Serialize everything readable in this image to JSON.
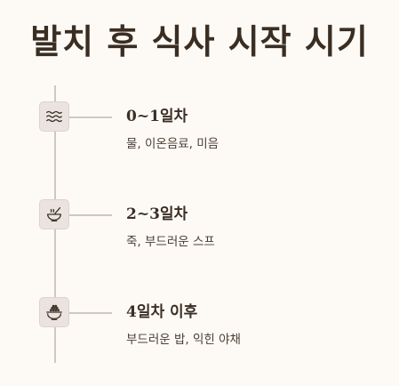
{
  "title": "발치 후 식사 시작 시기",
  "steps": [
    {
      "icon": "water-waves-icon",
      "title": "0~1일차",
      "desc": "물, 이온음료, 미음"
    },
    {
      "icon": "soup-bowl-icon",
      "title": "2~3일차",
      "desc": "죽, 부드러운 스프"
    },
    {
      "icon": "rice-bowl-icon",
      "title": "4일차 이후",
      "desc": "부드러운 밥, 익힌 야채"
    }
  ],
  "colors": {
    "background": "#fdfaf6",
    "text": "#3b2f25",
    "icon_bg": "#ebe3df",
    "line": "#cfc8c0"
  }
}
